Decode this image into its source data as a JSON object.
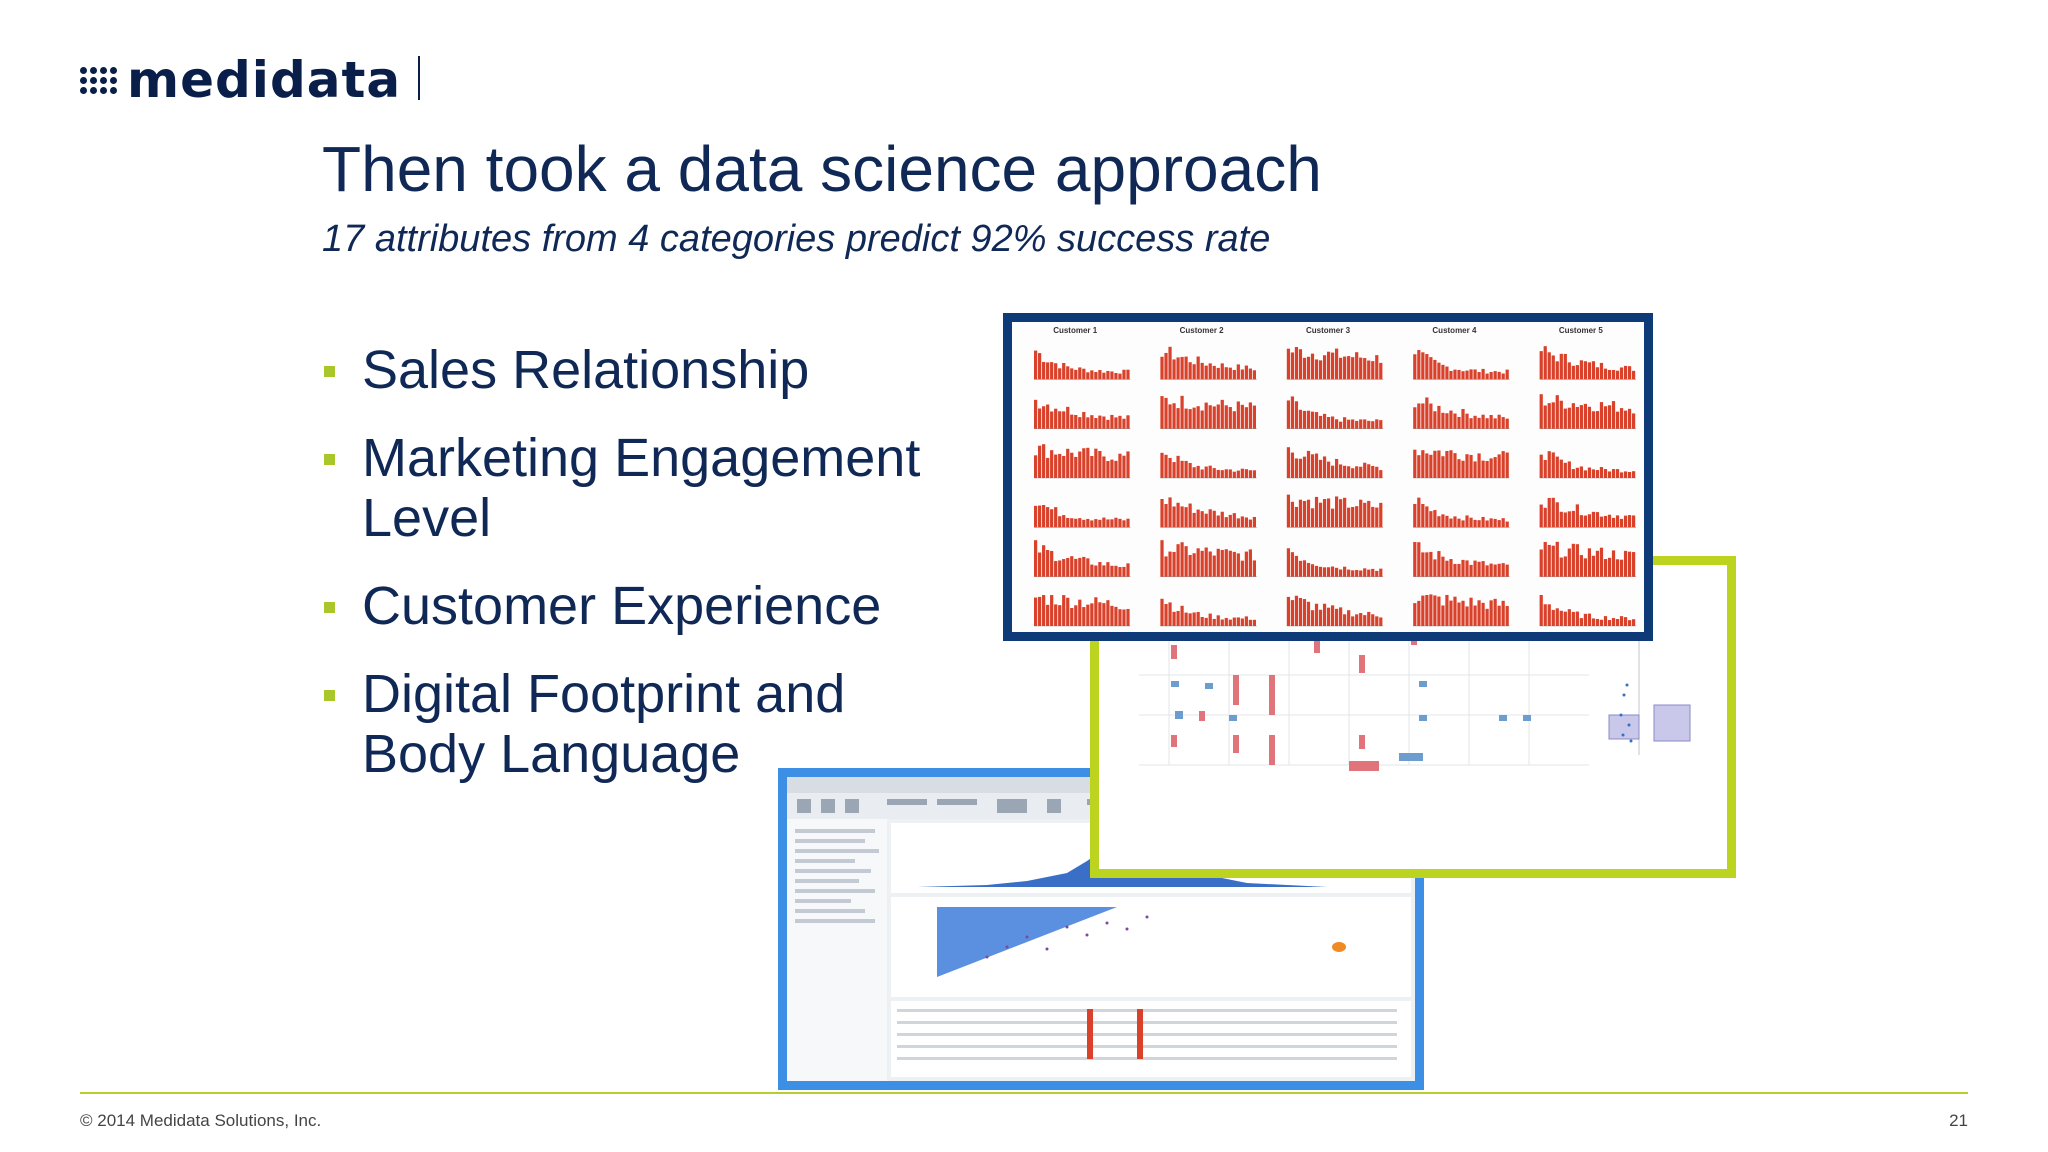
{
  "logo": {
    "text": "medidata"
  },
  "slide": {
    "title": "Then took a data science approach",
    "subtitle": "17 attributes from 4 categories predict 92% success rate",
    "bullets": [
      {
        "line1": "Sales Relationship",
        "line2": ""
      },
      {
        "line1": "Marketing Engagement",
        "line2": "Level"
      },
      {
        "line1": "Customer Experience",
        "line2": ""
      },
      {
        "line1": "Digital Footprint and",
        "line2": "Body Language"
      }
    ]
  },
  "bar_grid": {
    "columns": [
      "Customer 1",
      "Customer 2",
      "Customer 3",
      "Customer 4",
      "Customer 5"
    ],
    "bar_color": "#d9412b"
  },
  "footer": {
    "copyright": "© 2014 Medidata Solutions, Inc.",
    "page_number": "21"
  },
  "colors": {
    "accent_green": "#a9c62b",
    "navy": "#0f2855",
    "blue_frame": "#3d8fe6",
    "green_frame": "#bcd41f",
    "dark_frame": "#0f3a78"
  }
}
